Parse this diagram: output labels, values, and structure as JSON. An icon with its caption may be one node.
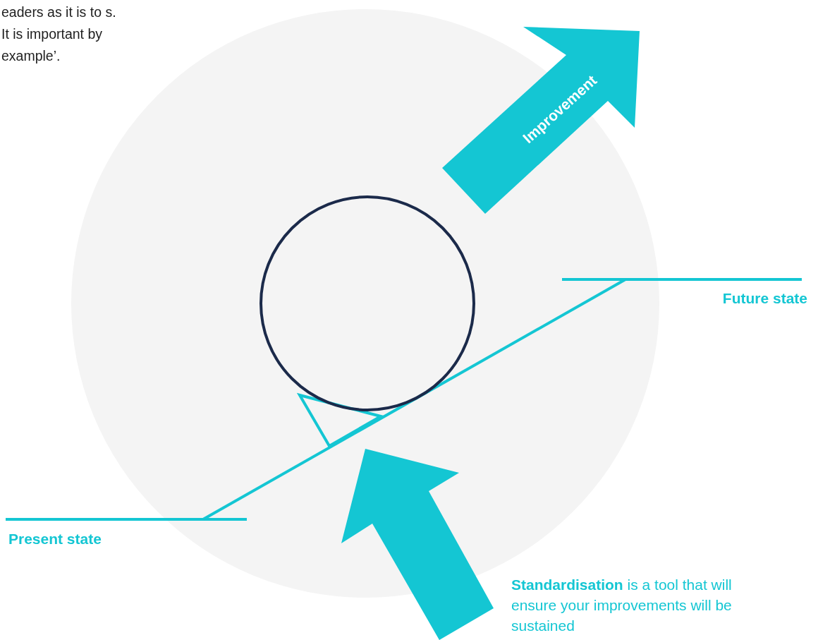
{
  "diagram": {
    "nodes": [
      {
        "text": [
          "Improvement"
        ]
      },
      {
        "text": [],
        "shape": "circle"
      }
    ],
    "labels": [
      "eaders as it is to s. It is important by example’.",
      "Future state",
      "Present state",
      "**Standardisation** is a tool that will ensure your improvements will be sustained"
    ]
  }
}
